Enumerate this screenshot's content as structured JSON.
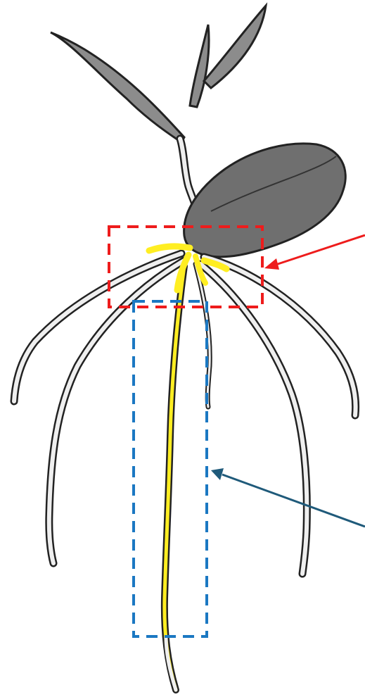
{
  "diagram": {
    "subject": "seedling-root-system",
    "colors": {
      "outline": "#222222",
      "root_fill": "#efefef",
      "leaf_fill": "#8c8c8c",
      "seed_fill": "#6f6f6f",
      "highlight": "#ffee22",
      "box_upper": "#ee1c1c",
      "box_lower": "#1b78c2",
      "arrow_upper": "#ee1c1c",
      "arrow_lower": "#1f5a7a"
    },
    "callouts": [
      {
        "id": "crown-region",
        "box_style": "dashed",
        "color": "#ee1c1c"
      },
      {
        "id": "primary-root-region",
        "box_style": "dashed",
        "color": "#1b78c2"
      }
    ]
  }
}
